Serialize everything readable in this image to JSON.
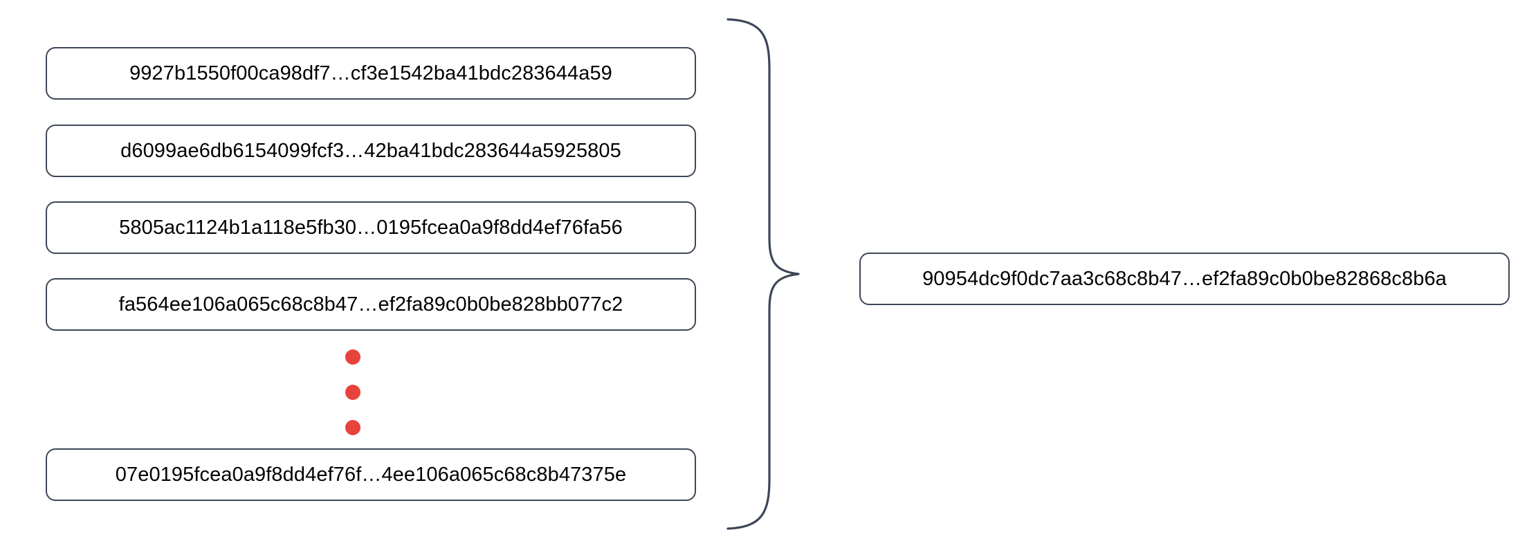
{
  "diagram": {
    "type": "hash-aggregation",
    "title": "Hash aggregation diagram",
    "accent_color": "#3d4757",
    "ellipsis_color": "#e8423c",
    "text_color": "#000000",
    "background_color": "#ffffff",
    "grouping": {
      "icon": "curly-brace-icon",
      "orientation": "right",
      "meaning": "many inputs combine into one output"
    },
    "inputs": [
      {
        "id": "input-hash-1",
        "value": "9927b1550f00ca98df7…cf3e1542ba41bdc283644a59"
      },
      {
        "id": "input-hash-2",
        "value": "d6099ae6db6154099fcf3…42ba41bdc283644a5925805"
      },
      {
        "id": "input-hash-3",
        "value": "5805ac1124b1a118e5fb30…0195fcea0a9f8dd4ef76fa56"
      },
      {
        "id": "input-hash-4",
        "value": "fa564ee106a065c68c8b47…ef2fa89c0b0be828bb077c2"
      },
      {
        "id": "input-hash-n",
        "value": "07e0195fcea0a9f8dd4ef76f…4ee106a065c68c8b47375e"
      }
    ],
    "ellipsis": {
      "id": "vertical-ellipsis",
      "dot_count": 3,
      "label": "…"
    },
    "output": {
      "id": "output-hash",
      "value": "90954dc9f0dc7aa3c68c8b47…ef2fa89c0b0be82868c8b6a"
    }
  }
}
